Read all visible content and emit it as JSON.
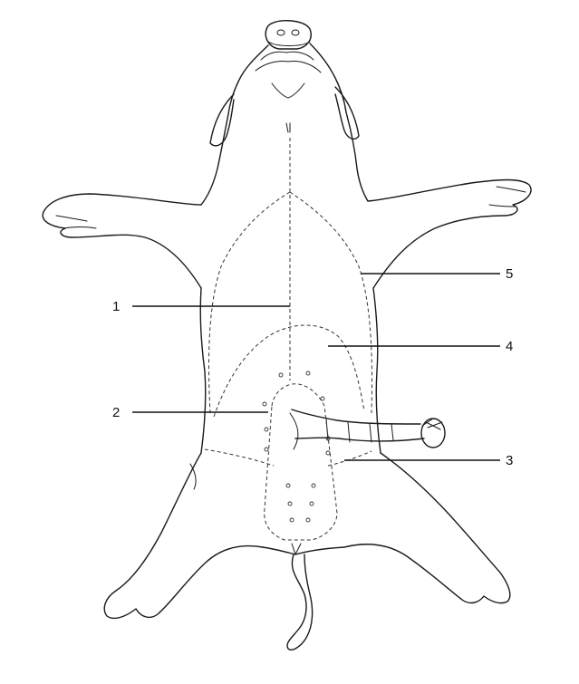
{
  "labels": [
    {
      "id": "1",
      "text": "1"
    },
    {
      "id": "2",
      "text": "2"
    },
    {
      "id": "3",
      "text": "3"
    },
    {
      "id": "4",
      "text": "4"
    },
    {
      "id": "5",
      "text": "5"
    }
  ],
  "colors": {
    "line": "#1a1a1a",
    "background": "#ffffff"
  }
}
